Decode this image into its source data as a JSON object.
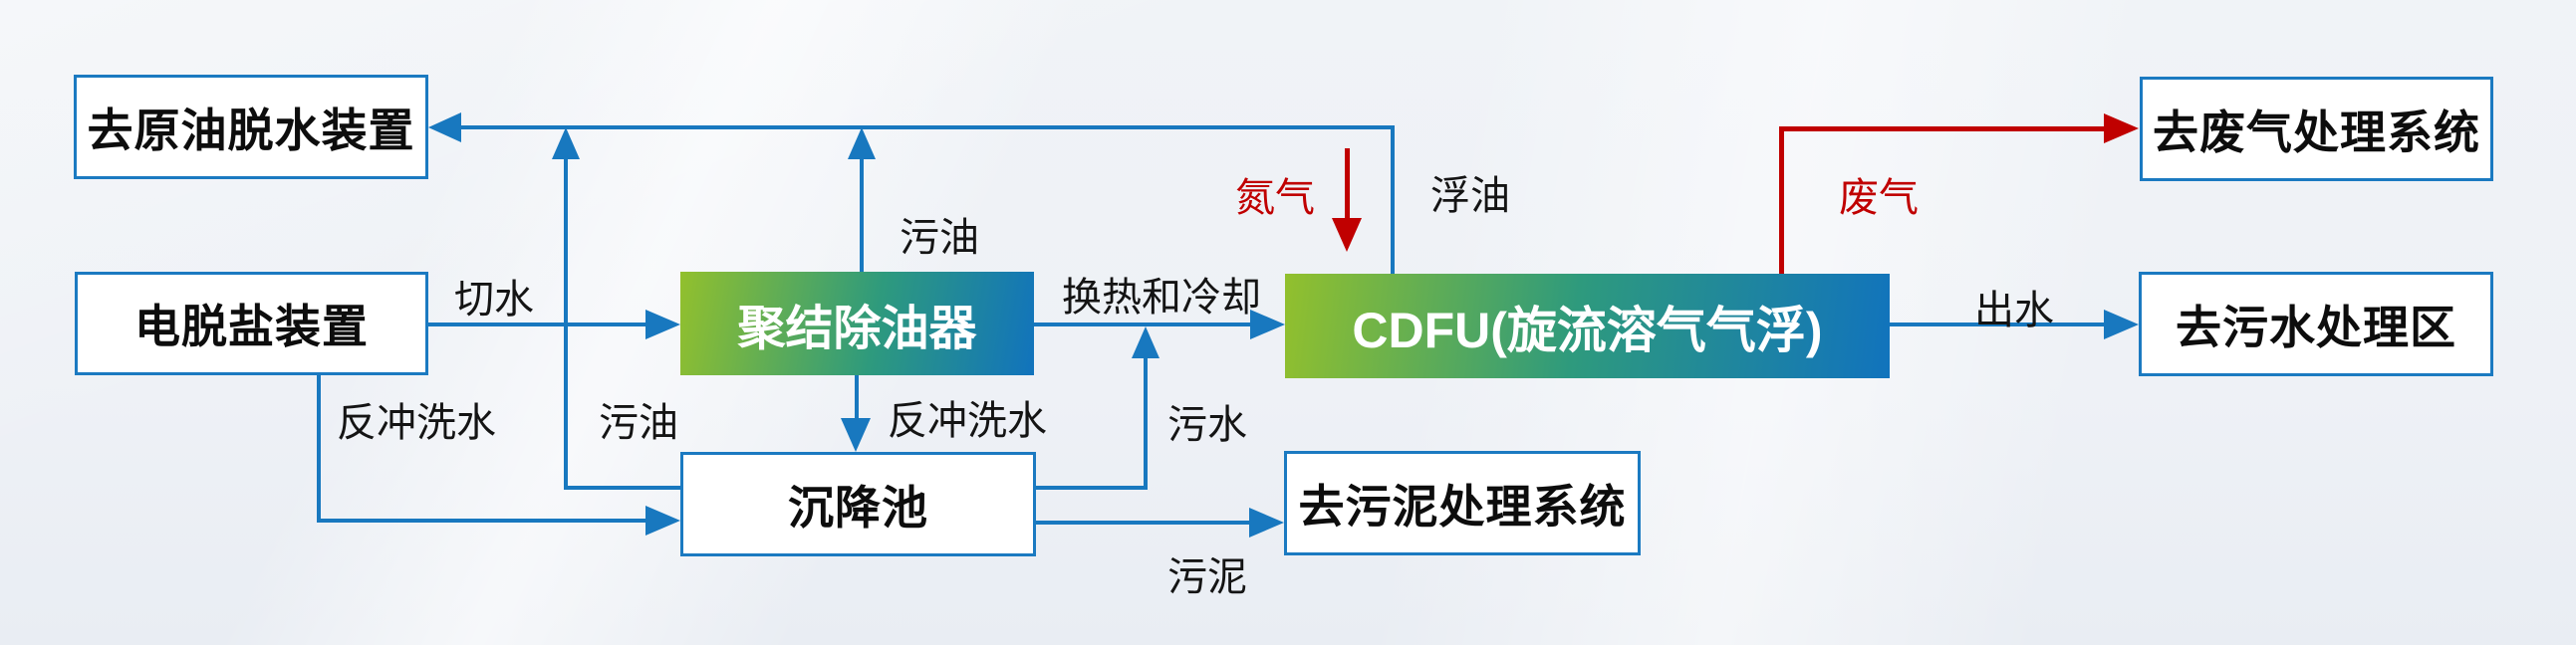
{
  "diagram": {
    "nodes": {
      "to_crude_oil_dehydration": {
        "label": "去原油脱水装置"
      },
      "electric_desalter": {
        "label": "电脱盐装置"
      },
      "coalescing_oil_remover": {
        "label": "聚结除油器"
      },
      "cdfu": {
        "label": "CDFU(旋流溶气气浮)"
      },
      "settling_tank": {
        "label": "沉降池"
      },
      "to_sludge_treatment": {
        "label": "去污泥处理系统"
      },
      "to_waste_gas_treatment": {
        "label": "去废气处理系统"
      },
      "to_wastewater_area": {
        "label": "去污水处理区"
      }
    },
    "flow_labels": {
      "cut_water": {
        "label": "切水"
      },
      "dirty_oil_from_settling": {
        "label": "污油"
      },
      "dirty_oil_from_coalescer": {
        "label": "污油"
      },
      "backwash_from_desalter": {
        "label": "反冲洗水"
      },
      "backwash_from_coalescer": {
        "label": "反冲洗水"
      },
      "heat_exchange_and_cooling": {
        "label": "换热和冷却"
      },
      "sewage": {
        "label": "污水"
      },
      "sludge": {
        "label": "污泥"
      },
      "nitrogen": {
        "label": "氮气"
      },
      "floating_oil": {
        "label": "浮油"
      },
      "waste_gas": {
        "label": "废气"
      },
      "outlet_water": {
        "label": "出水"
      }
    },
    "colors": {
      "line-blue": "#1878bf",
      "line-red": "#c00000",
      "box-border": "#1b7ac1",
      "box-text": "#0d0d0d",
      "label-text": "#141414",
      "bg-base": "#eef1f6",
      "grad-green": "#92c02d",
      "grad-teal": "#2e9a7d",
      "grad-blue": "#1173bd",
      "box-text-light": "#ffffff"
    }
  }
}
